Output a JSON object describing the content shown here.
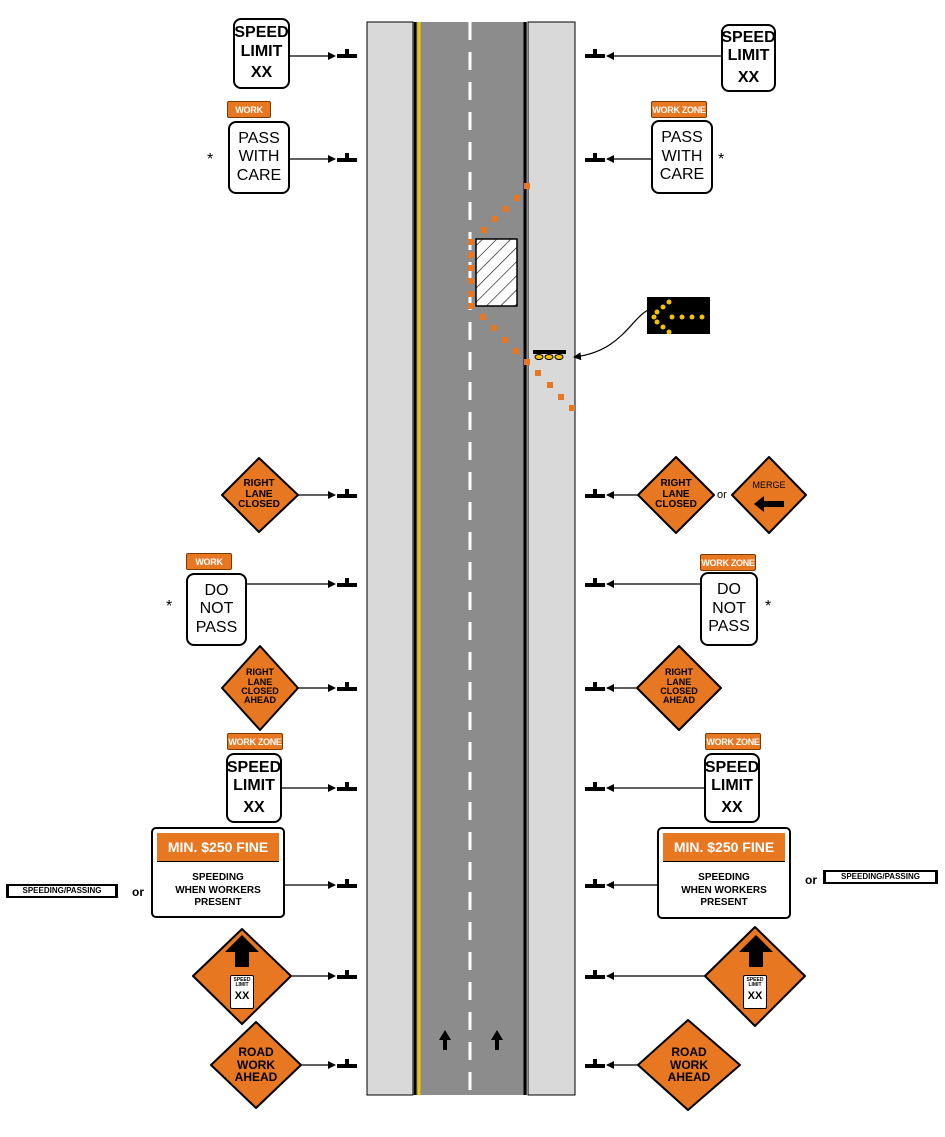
{
  "colors": {
    "orange": "#e87722",
    "pavement": "#8c8c8c",
    "shoulder": "#d9d9d9",
    "yellow_line": "#f2c300",
    "arrow_board": "#000000",
    "arrow_light": "#f2c300"
  },
  "road": {
    "direction_arrows": [
      "up-arrow",
      "up-arrow"
    ]
  },
  "signs": {
    "speed_limit_top": {
      "line1": "SPEED",
      "line2": "LIMIT",
      "line3": "XX"
    },
    "pass_with_care": {
      "plaque": "WORK ZONE",
      "line1": "PASS",
      "line2": "WITH",
      "line3": "CARE",
      "note": "*"
    },
    "right_lane_closed": {
      "line1": "RIGHT",
      "line2": "LANE",
      "line3": "CLOSED"
    },
    "merge": {
      "label": "MERGE",
      "or": "or"
    },
    "do_not_pass": {
      "plaque": "WORK ZONE",
      "line1": "DO",
      "line2": "NOT",
      "line3": "PASS",
      "note": "*"
    },
    "right_lane_closed_ahead": {
      "line1": "RIGHT",
      "line2": "LANE",
      "line3": "CLOSED",
      "line4": "AHEAD"
    },
    "work_zone_speed_limit": {
      "plaque": "WORK ZONE",
      "line1": "SPEED",
      "line2": "LIMIT",
      "line3": "XX"
    },
    "fine": {
      "header": "MIN. $250 FINE",
      "line1": "SPEEDING",
      "line2": "WHEN WORKERS",
      "line3": "PRESENT",
      "alt_plaque": "SPEEDING/PASSING",
      "or": "or"
    },
    "reduced_speed_ahead": {
      "line1": "SPEED",
      "line2": "LIMIT",
      "line3": "XX"
    },
    "road_work_ahead": {
      "line1": "ROAD",
      "line2": "WORK",
      "line3": "AHEAD"
    }
  }
}
